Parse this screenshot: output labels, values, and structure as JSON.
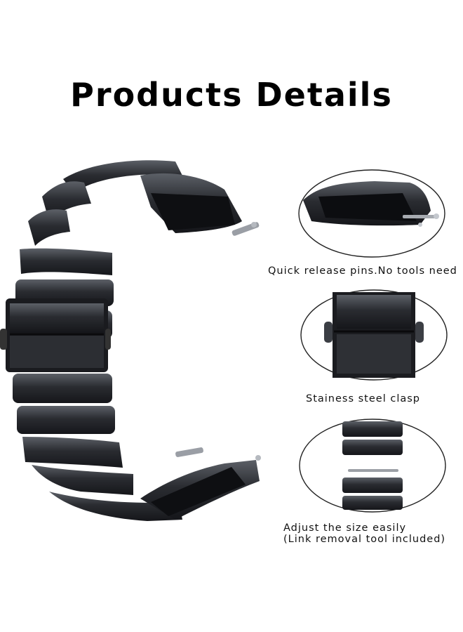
{
  "title": "Products Details",
  "features": [
    {
      "lines": [
        "Quick release pins.No tools need"
      ]
    },
    {
      "lines": [
        "Stainess steel clasp"
      ]
    },
    {
      "lines": [
        "Adjust the size easily",
        "(Link removal tool included)"
      ]
    }
  ],
  "colors": {
    "metal_dark": "#1e2024",
    "metal_mid": "#3a3d43",
    "metal_light": "#5c6067",
    "ellipse_stroke": "#222222"
  },
  "icons": [
    "watch-band-image",
    "quick-release-pin-detail",
    "clasp-detail",
    "link-removal-detail"
  ]
}
